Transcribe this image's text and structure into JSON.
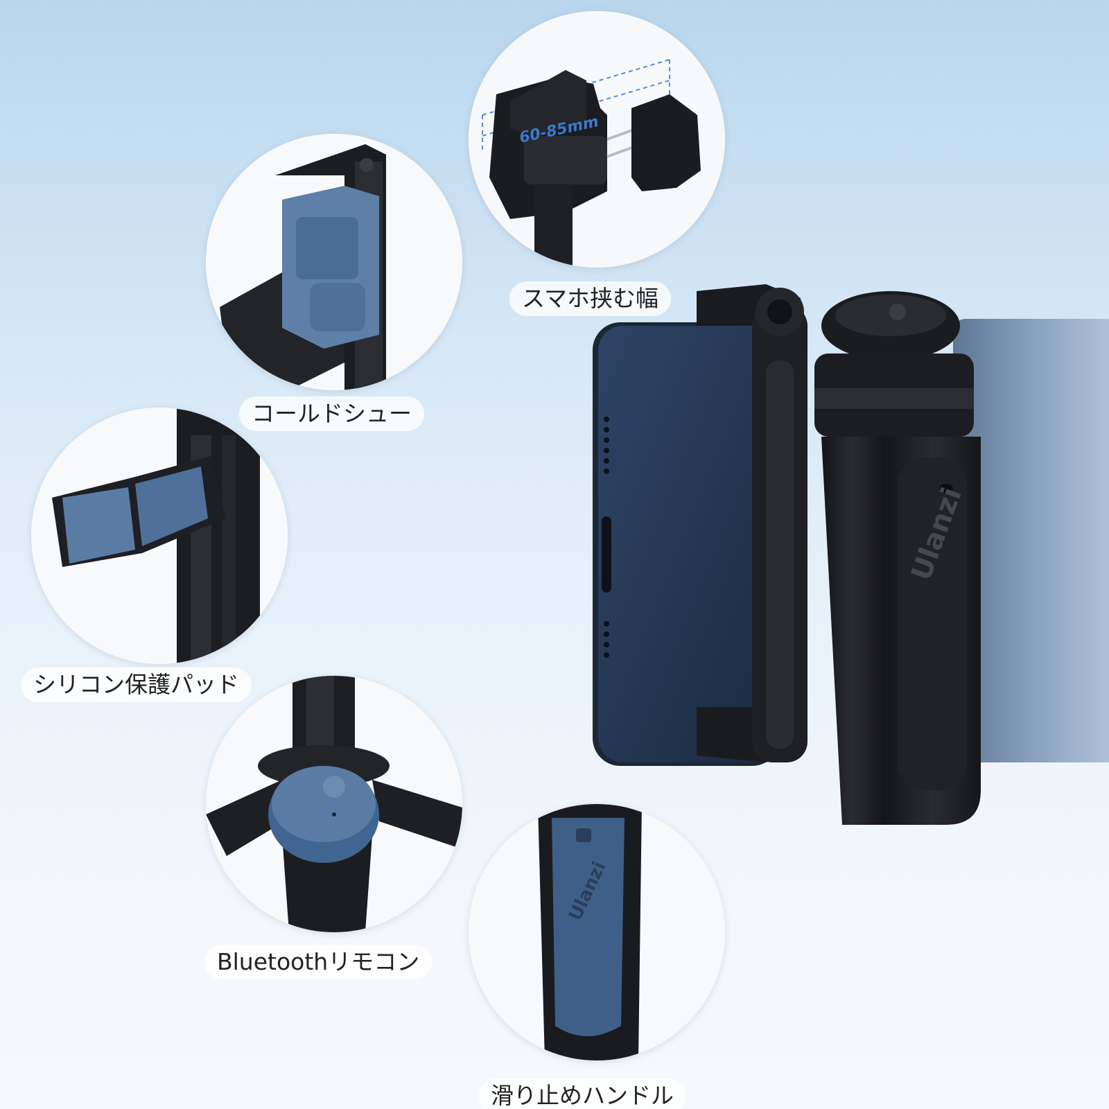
{
  "features": [
    {
      "id": "width",
      "label": "スマホ挟む幅"
    },
    {
      "id": "shoe",
      "label": "コールドシュー"
    },
    {
      "id": "pad",
      "label": "シリコン保護パッド"
    },
    {
      "id": "remote",
      "label": "Bluetoothリモコン"
    },
    {
      "id": "handle",
      "label": "滑り止めハンドル"
    }
  ],
  "measurement": "60-85mm",
  "brand_mark": "Ulanzi",
  "colors": {
    "background_top": "#b9d6ee",
    "background_bottom": "#f6f8fb",
    "accent_blue": "#3d5f87",
    "product_black": "#1c1e22"
  }
}
